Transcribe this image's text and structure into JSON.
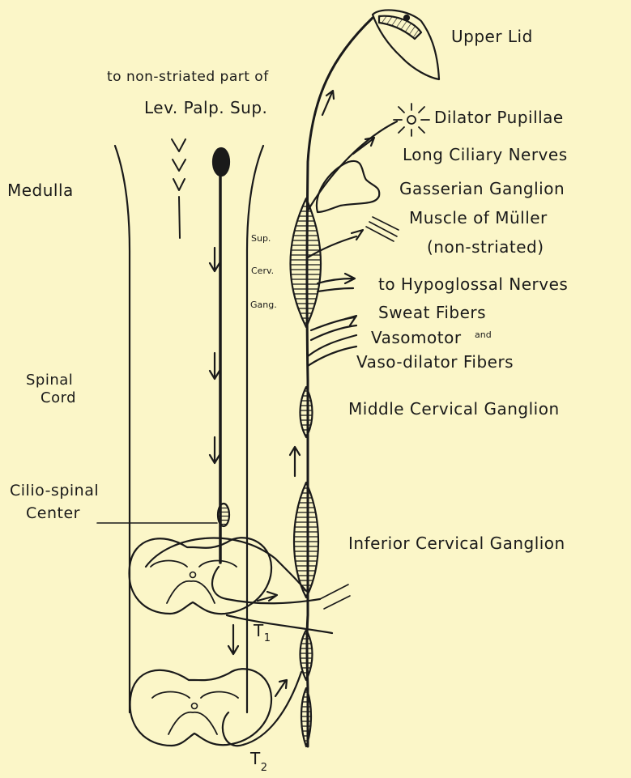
{
  "labels": {
    "upper_lid": "Upper Lid",
    "non_striated_line1": "to non-striated part of",
    "non_striated_line2": "Lev. Palp. Sup.",
    "dilator_pupillae": "Dilator Pupillae",
    "long_ciliary": "Long Ciliary Nerves",
    "gasserian": "Gasserian Ganglion",
    "medulla": "Medulla",
    "muscle_muller": "Muscle of Müller",
    "non_striated_paren": "(non-striated)",
    "sup": "Sup.",
    "cerv": "Cerv.",
    "gang": "Gang.",
    "hypoglossal": "to Hypoglossal Nerves",
    "sweat": "Sweat Fibers",
    "vasomotor": "Vasomotor",
    "and": "and",
    "vasodilator": "Vaso-dilator Fibers",
    "spinal_line1": "Spinal",
    "spinal_line2": "Cord",
    "middle_cervical": "Middle Cervical Ganglion",
    "ciliospinal_line1": "Cilio-spinal",
    "ciliospinal_line2": "Center",
    "inferior_cervical": "Inferior Cervical Ganglion",
    "t1": "T",
    "t1_sub": "1",
    "t2": "T",
    "t2_sub": "2"
  },
  "colors": {
    "background": "#fbf6c8",
    "ink": "#1a1a1a"
  }
}
